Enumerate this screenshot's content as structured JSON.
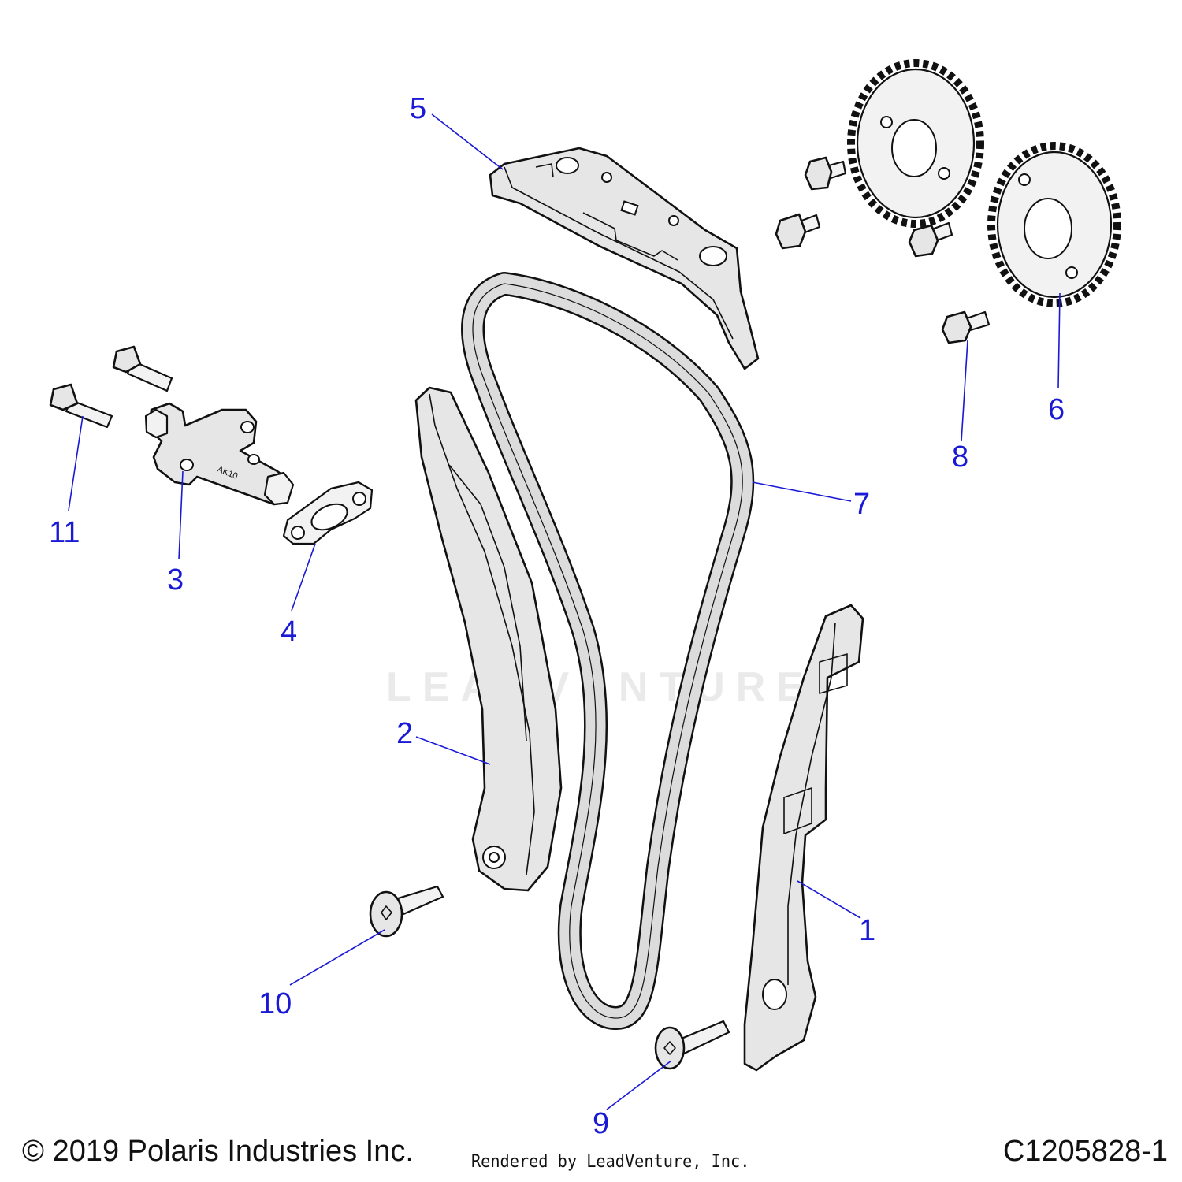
{
  "callouts": [
    {
      "number": "1",
      "part": "guide-fixed"
    },
    {
      "number": "2",
      "part": "guide-tensioner"
    },
    {
      "number": "3",
      "part": "tensioner"
    },
    {
      "number": "4",
      "part": "gasket"
    },
    {
      "number": "5",
      "part": "guide-top"
    },
    {
      "number": "6",
      "part": "sprocket"
    },
    {
      "number": "7",
      "part": "chain"
    },
    {
      "number": "8",
      "part": "sprocket-bolt"
    },
    {
      "number": "9",
      "part": "pivot-bolt-lower"
    },
    {
      "number": "10",
      "part": "pivot-bolt-left"
    },
    {
      "number": "11",
      "part": "tensioner-bolt"
    }
  ],
  "tensioner_marking": "AK10",
  "watermark": "LEADVENTURE",
  "footer": {
    "copyright": "© 2019 Polaris Industries Inc.",
    "rendered_by": "Rendered by LeadVenture, Inc.",
    "diagram_id": "C1205828-1"
  },
  "colors": {
    "callout": "#1a1ad6",
    "part_fill": "#e6e6e6",
    "outline": "#111111"
  }
}
